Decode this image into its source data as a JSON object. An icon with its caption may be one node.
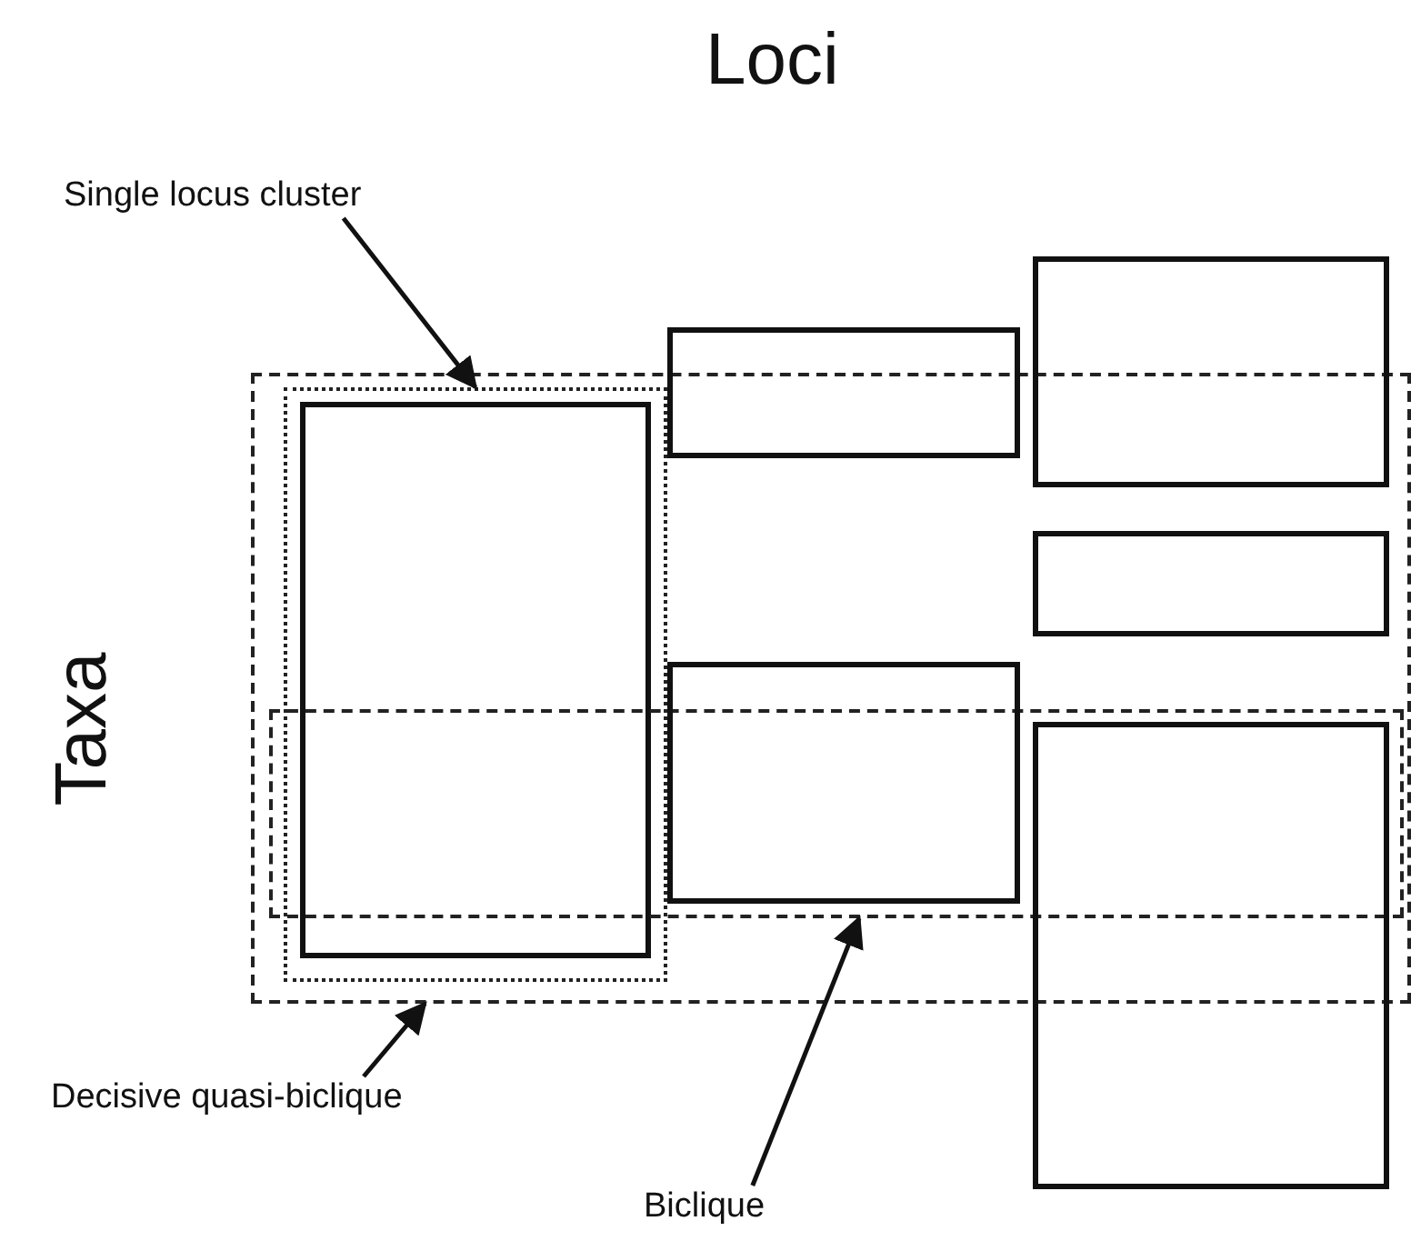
{
  "diagram": {
    "nodes": [
      {
        "text": [
          "Single locus cluster"
        ]
      },
      {
        "text": [],
        "shape": "box"
      },
      {
        "text": [],
        "shape": "box",
        "in": 1
      },
      {
        "text": [],
        "shape": "box",
        "in": 2
      },
      {
        "text": [],
        "shape": "box"
      },
      {
        "text": [],
        "shape": "box"
      },
      {
        "text": [],
        "shape": "box",
        "in": 1
      },
      {
        "text": [],
        "shape": "box",
        "in": 1
      },
      {
        "text": [],
        "shape": "box",
        "in": 1
      },
      {
        "text": [],
        "shape": "box"
      },
      {
        "text": [
          "Decisive quasi-biclique"
        ]
      },
      {
        "text": [
          "Biclique"
        ]
      }
    ],
    "edges": [
      {
        "from": 0,
        "to": 2,
        "arrow": "to"
      },
      {
        "from": 10,
        "to": 1,
        "arrow": "to"
      },
      {
        "from": 11,
        "to": 7,
        "arrow": "to"
      }
    ],
    "labels": [
      "Loci",
      "Taxa"
    ]
  }
}
